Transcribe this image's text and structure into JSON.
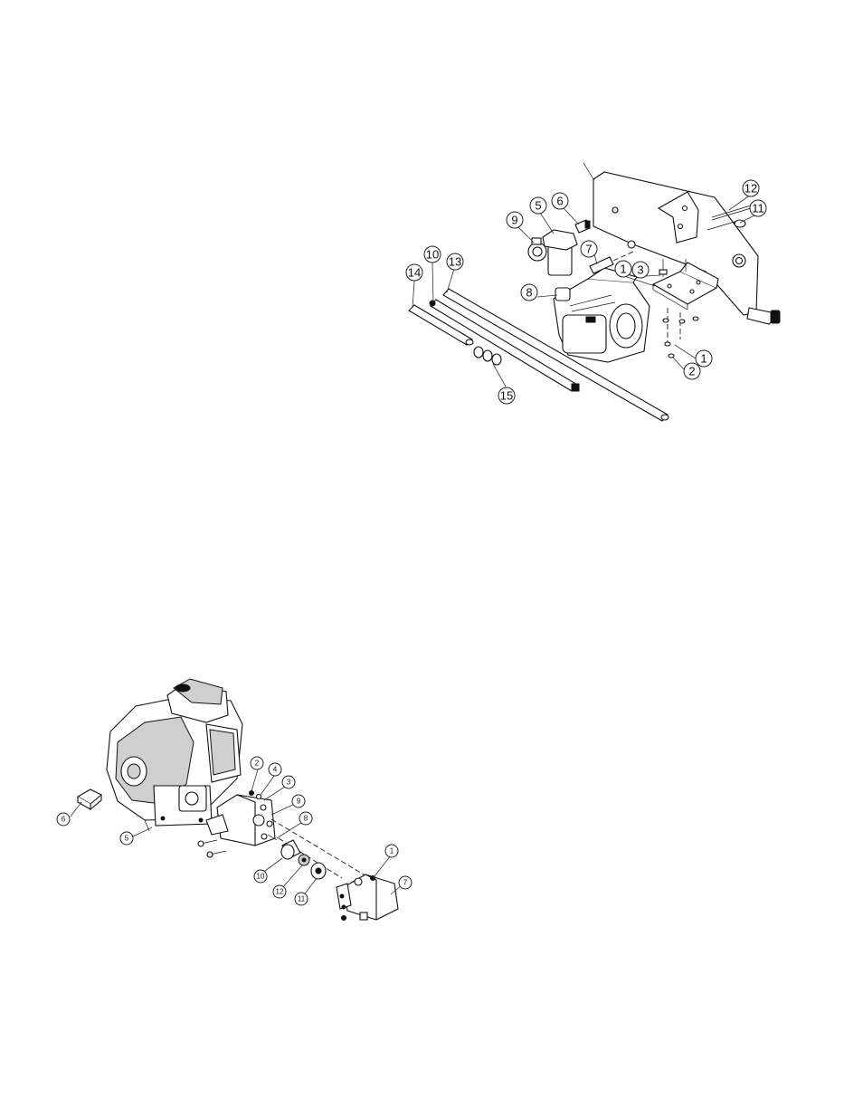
{
  "diagrams": [
    {
      "name": "upper-assembly",
      "callouts": [
        "1",
        "2",
        "3",
        "5",
        "6",
        "7",
        "8",
        "9",
        "10",
        "11",
        "12",
        "13",
        "14",
        "15"
      ]
    },
    {
      "name": "lower-assembly",
      "callouts": [
        "1",
        "2",
        "3",
        "4",
        "5",
        "6",
        "7",
        "8",
        "9",
        "10",
        "11",
        "12"
      ]
    }
  ]
}
